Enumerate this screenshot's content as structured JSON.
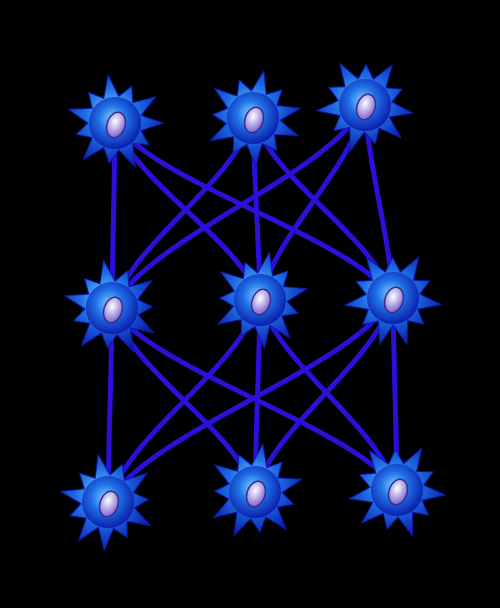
{
  "diagram": {
    "kind": "neural-network-illustration",
    "layers": [
      {
        "neurons": [
          "n1",
          "n2",
          "n3"
        ]
      },
      {
        "neurons": [
          "n4",
          "n5",
          "n6"
        ]
      },
      {
        "neurons": [
          "n7",
          "n8",
          "n9"
        ]
      }
    ],
    "connections": [
      [
        "n1",
        "n4"
      ],
      [
        "n1",
        "n5"
      ],
      [
        "n1",
        "n6"
      ],
      [
        "n2",
        "n4"
      ],
      [
        "n2",
        "n5"
      ],
      [
        "n2",
        "n6"
      ],
      [
        "n3",
        "n4"
      ],
      [
        "n3",
        "n5"
      ],
      [
        "n3",
        "n6"
      ],
      [
        "n4",
        "n7"
      ],
      [
        "n4",
        "n8"
      ],
      [
        "n4",
        "n9"
      ],
      [
        "n5",
        "n7"
      ],
      [
        "n5",
        "n8"
      ],
      [
        "n5",
        "n9"
      ],
      [
        "n6",
        "n7"
      ],
      [
        "n6",
        "n8"
      ],
      [
        "n6",
        "n9"
      ]
    ],
    "colors": {
      "background": "#000000",
      "axon": "#2a10d8",
      "body_core": "#7fd0ff",
      "body_mid": "#1f6fe6",
      "body_edge": "#0a1aa8",
      "nucleus_light": "#ffffff",
      "nucleus_dark": "#7a5fd0",
      "nucleus_outline": "#3a2a8a"
    }
  }
}
